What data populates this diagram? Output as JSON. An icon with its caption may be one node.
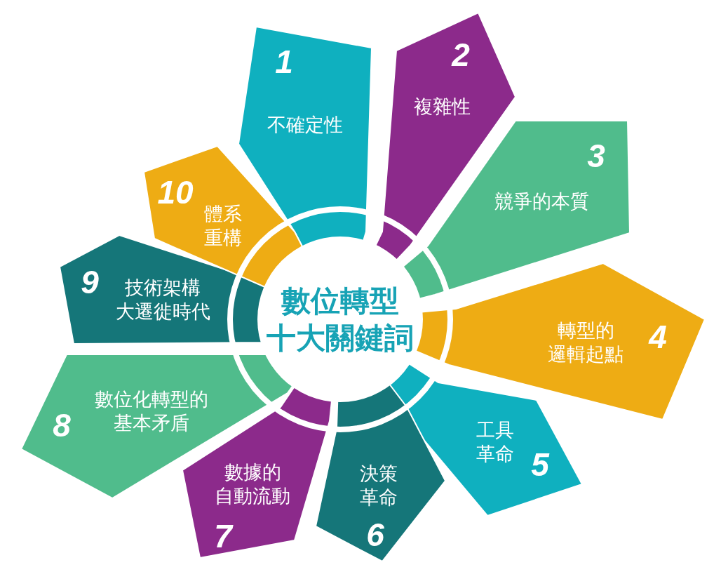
{
  "diagram": {
    "nodes": [
      {
        "text": [
          "數位轉型十大關鍵詞"
        ]
      },
      {
        "text": [
          "1",
          "不確定性"
        ]
      },
      {
        "text": [
          "2",
          "複雜性"
        ]
      },
      {
        "text": [
          "3",
          "競爭的本質"
        ]
      },
      {
        "text": [
          "轉型的邏輯起點",
          "4"
        ]
      },
      {
        "text": [
          "5",
          "工具革命"
        ]
      },
      {
        "text": [
          "決策革命",
          "6"
        ]
      },
      {
        "text": [
          "數據的自動流動",
          "7"
        ]
      },
      {
        "text": [
          "8",
          "數位化轉型的基本矛盾"
        ]
      },
      {
        "text": [
          "9",
          "技術架構大遷徙時代"
        ]
      },
      {
        "text": [
          "10",
          "體系重構"
        ]
      }
    ],
    "edges": []
  }
}
